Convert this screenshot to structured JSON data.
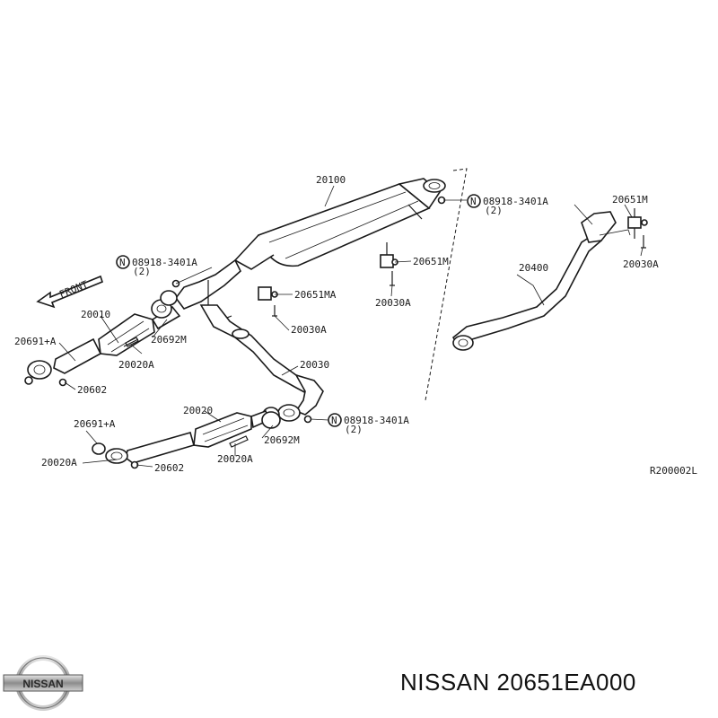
{
  "callouts": {
    "c20100": "20100",
    "c08918_top": "08918-3401A",
    "c2_top": "(2)",
    "c20651m_top": "20651M",
    "c20030a_top": "20030A",
    "c20651m_mid": "20651M",
    "c20400": "20400",
    "c20030a_mid": "20030A",
    "c08918_left": "08918-3401A",
    "c2_left": "(2)",
    "c20651ma": "20651MA",
    "c20030a_left": "20030A",
    "c20010": "20010",
    "c20691a_top": "20691+A",
    "c20692m_top": "20692M",
    "c20020a_top": "20020A",
    "c20602_top": "20602",
    "c20030": "20030",
    "c20020": "20020",
    "c08918_low": "08918-3401A",
    "c2_low": "(2)",
    "c20691a_low": "20691+A",
    "c20692m_low": "20692M",
    "c20020a_low_left": "20020A",
    "c20602_low": "20602",
    "c20020a_low": "20020A",
    "front": "FRONT",
    "ref_code": "R200002L",
    "n_symbol": "N"
  },
  "logo_text": "NISSAN",
  "caption": "NISSAN 20651EA000"
}
